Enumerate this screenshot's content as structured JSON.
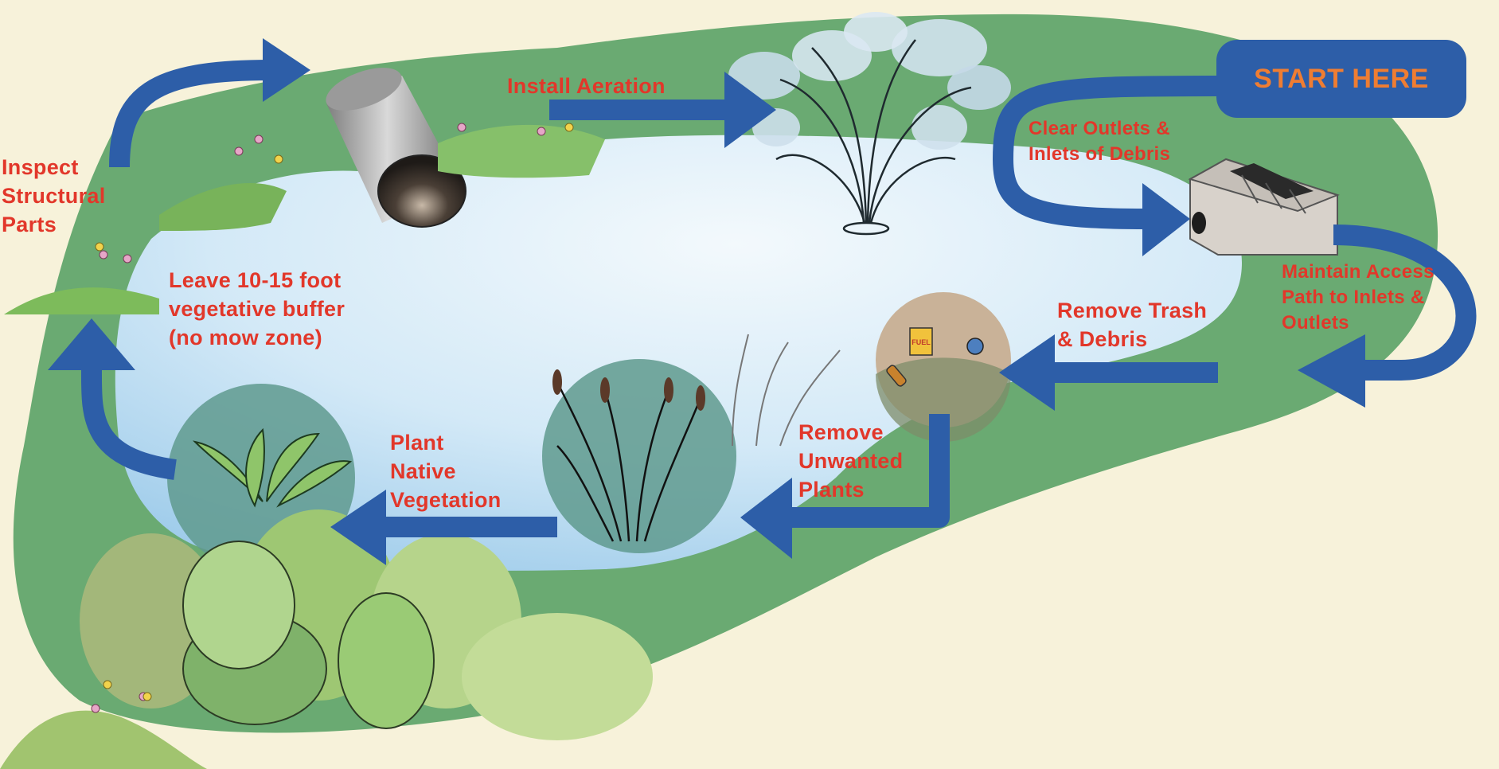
{
  "start": "START HERE",
  "steps": [
    {
      "id": "clear-outlets",
      "lines": [
        "Clear Outlets &",
        "Inlets of Debris"
      ]
    },
    {
      "id": "maintain-access",
      "lines": [
        "Maintain Access",
        "Path to Inlets &",
        "Outlets"
      ]
    },
    {
      "id": "remove-trash",
      "lines": [
        "Remove Trash",
        "& Debris"
      ]
    },
    {
      "id": "remove-plants",
      "lines": [
        "Remove",
        "Unwanted",
        "Plants"
      ]
    },
    {
      "id": "plant-native",
      "lines": [
        "Plant",
        "Native",
        "Vegetation"
      ]
    },
    {
      "id": "leave-buffer",
      "lines": [
        "Leave 10-15 foot",
        "vegetative buffer",
        "(no mow  zone)"
      ]
    },
    {
      "id": "inspect-structural",
      "lines": [
        "Inspect",
        "Structural",
        "Parts"
      ]
    },
    {
      "id": "install-aeration",
      "lines": [
        "Install Aeration"
      ]
    }
  ],
  "trash_item_label": "FUEL",
  "colors": {
    "background": "#f7f2da",
    "grass": "#6aaa72",
    "pond_light": "#eef6fb",
    "pond_dark": "#a9d2ee",
    "arrow": "#2d5ea8",
    "label": "#e2372a",
    "start_text": "#ef7d32"
  }
}
